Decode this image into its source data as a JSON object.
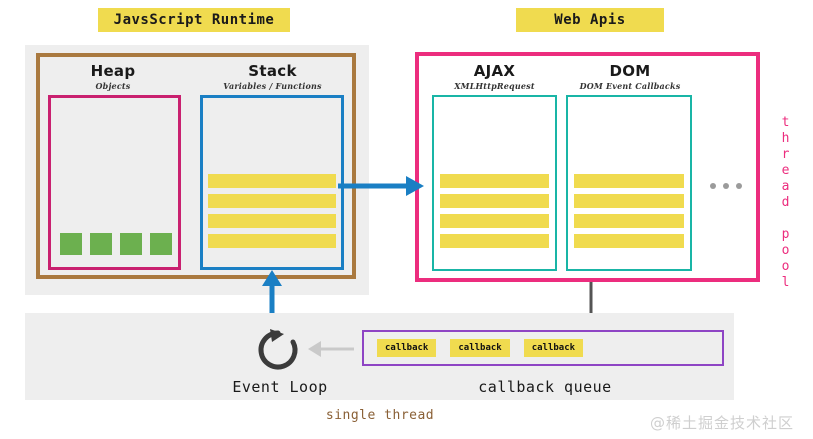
{
  "diagram": {
    "title_chips": [
      {
        "id": "js-runtime",
        "label": "JavsScript Runtime"
      },
      {
        "id": "web-apis",
        "label": "Web Apis"
      }
    ],
    "js_runtime": {
      "heap": {
        "title": "Heap",
        "subtitle": "Objects",
        "object_count": 4
      },
      "stack": {
        "title": "Stack",
        "subtitle": "Variables / Functions",
        "frame_count": 4
      }
    },
    "web_apis": {
      "ajax": {
        "title": "AJAX",
        "subtitle": "XMLHttpRequest",
        "frame_count": 4
      },
      "dom": {
        "title": "DOM",
        "subtitle": "DOM Event Callbacks",
        "frame_count": 4
      },
      "more_indicator": "...",
      "side_label": "thread pool"
    },
    "event_loop": {
      "label": "Event Loop",
      "icon": "circular-arrow-icon"
    },
    "callback_queue": {
      "label": "callback queue",
      "items": [
        "callback",
        "callback",
        "callback"
      ]
    },
    "footer_note": "single thread",
    "watermark": "@稀土掘金技术社区",
    "colors": {
      "yellow": "#f0db4f",
      "brown": "#a9793f",
      "magenta": "#c9206f",
      "blue": "#1a7fc4",
      "pink": "#ec2d7e",
      "teal": "#19b5a6",
      "green": "#6cb04f",
      "purple": "#8e44c4",
      "grey_panel": "#eeeeee",
      "arrow_grey": "#545454"
    }
  }
}
